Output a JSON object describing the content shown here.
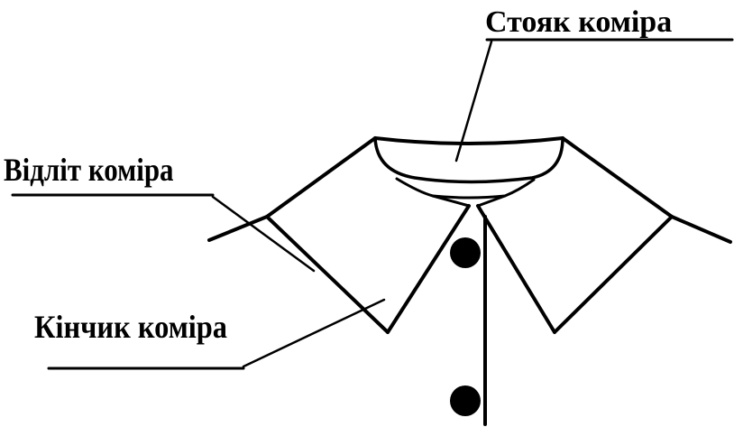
{
  "labels": {
    "collar_stand": "Стояк коміра",
    "collar_fall": "Відліт коміра",
    "collar_point": "Кінчик коміра"
  },
  "colors": {
    "line": "#000000",
    "background": "#ffffff"
  },
  "buttons_count": 2
}
